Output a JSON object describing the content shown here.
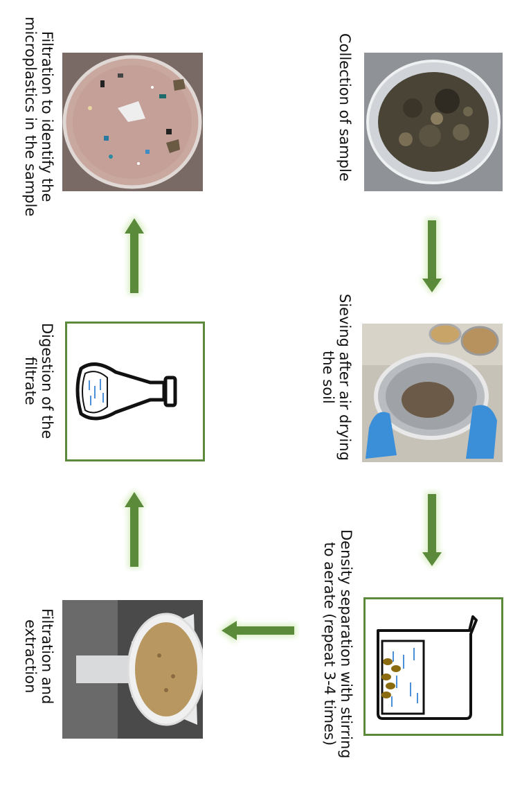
{
  "steps": [
    {
      "id": "collection",
      "label": "Collection of sample"
    },
    {
      "id": "sieving",
      "label_line1": "Sieving after air drying",
      "label_line2": "the soil"
    },
    {
      "id": "density",
      "label_line1": "Density separation with stirring",
      "label_line2": "to aerate (repeat 3-4 times)"
    },
    {
      "id": "filtration_extraction",
      "label_line1": "Filtration and",
      "label_line2": "extraction"
    },
    {
      "id": "digestion",
      "label_line1": "Digestion of the",
      "label_line2": "filtrate"
    },
    {
      "id": "filtration_identify",
      "label_line1": "Filtration to identify the",
      "label_line2": "microplastics in the sample"
    }
  ],
  "colors": {
    "arrow": "#5a8a3a",
    "arrow_glow": "#c8e6a8",
    "box_border": "#5a8a3a"
  }
}
